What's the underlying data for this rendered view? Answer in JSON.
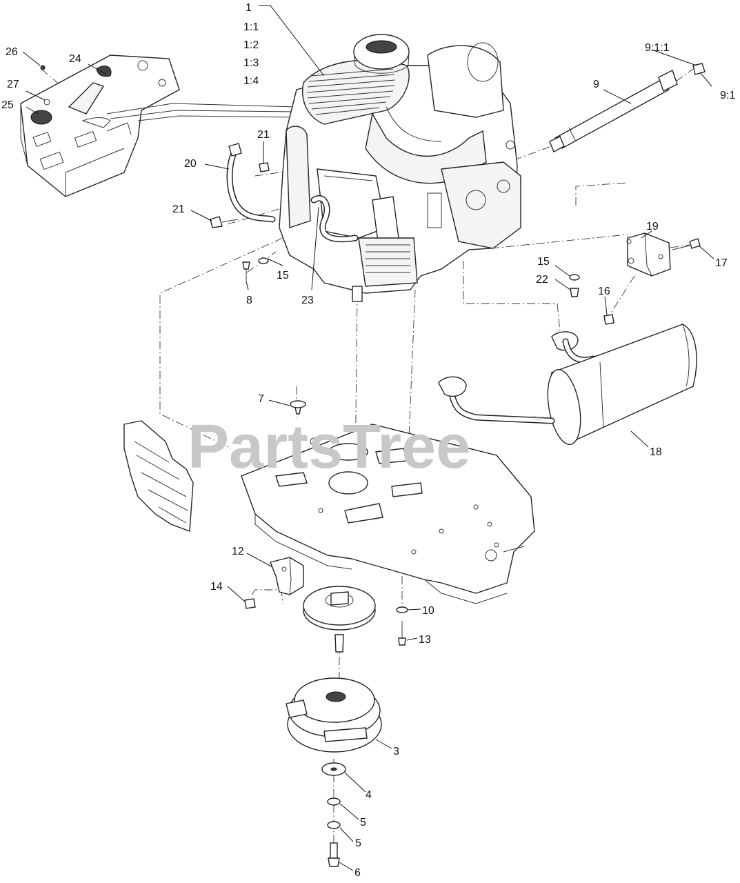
{
  "watermark": {
    "text": "PartsTree",
    "trademark": "TM"
  },
  "callouts": {
    "c1": "1",
    "c1_1": "1:1",
    "c1_2": "1:2",
    "c1_3": "1:3",
    "c1_4": "1:4",
    "c3": "3",
    "c4": "4",
    "c5a": "5",
    "c5b": "5",
    "c6": "6",
    "c7": "7",
    "c8": "8",
    "c9": "9",
    "c9_1": "9:1",
    "c9_1_1": "9:1:1",
    "c10": "10",
    "c12": "12",
    "c13": "13",
    "c14": "14",
    "c15a": "15",
    "c15b": "15",
    "c16": "16",
    "c17": "17",
    "c18": "18",
    "c19": "19",
    "c20": "20",
    "c21a": "21",
    "c21b": "21",
    "c22": "22",
    "c23": "23",
    "c24": "24",
    "c25": "25",
    "c26": "26",
    "c27": "27"
  },
  "colors": {
    "line": "#222222",
    "watermark": "#c8c8c8",
    "background": "#ffffff"
  }
}
